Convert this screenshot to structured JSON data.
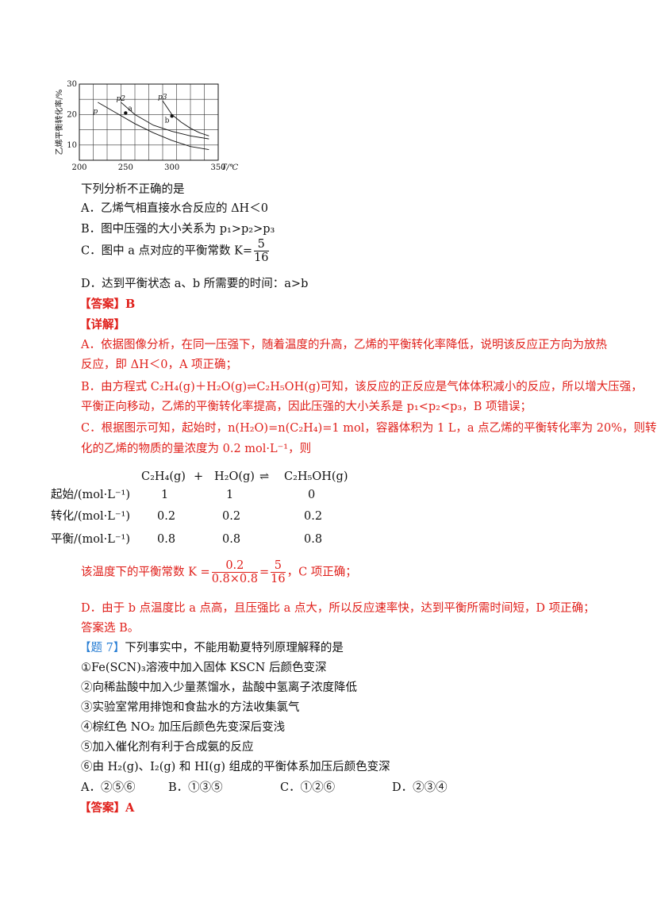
{
  "chart_data": {
    "type": "line",
    "ylabel": "乙烯平衡转化率/%",
    "xlabel": "T/℃",
    "xlim": [
      200,
      350
    ],
    "ylim": [
      5,
      30
    ],
    "x_ticks": [
      "200",
      "250",
      "300",
      "350"
    ],
    "y_ticks": [
      "30",
      "20",
      "10"
    ],
    "series": [
      {
        "name": "p",
        "x": [
          220,
          240,
          260,
          280,
          300,
          320,
          340
        ],
        "y": [
          24,
          20.5,
          17,
          14,
          11.5,
          9.5,
          8.5
        ]
      },
      {
        "name": "p2",
        "x": [
          245,
          260,
          280,
          300,
          320,
          340
        ],
        "y": [
          24,
          20,
          16.5,
          14.5,
          13,
          12
        ]
      },
      {
        "name": "p3",
        "x": [
          290,
          300,
          310,
          320,
          330,
          340
        ],
        "y": [
          24.5,
          20,
          17.5,
          15.5,
          14,
          13
        ]
      }
    ],
    "points": [
      {
        "label": "a",
        "x": 250,
        "y": 20.5
      },
      {
        "label": "b",
        "x": 300,
        "y": 19.5
      }
    ]
  },
  "text": {
    "q_stem": "下列分析不正确的是",
    "opt_a": "A．乙烯气相直接水合反应的 ΔH＜0",
    "opt_b": "B．图中压强的大小关系为 p₁>p₂>p₃",
    "opt_c_pre": "C．图中 a 点对应的平衡常数 K=",
    "opt_c_num": "5",
    "opt_c_den": "16",
    "opt_d": "D．达到平衡状态 a、b 所需要的时间：a>b",
    "answer1": "【答案】B",
    "detail": "【详解】",
    "exp_a1": "A．依据图像分析，在同一压强下，随着温度的升高，乙烯的平衡转化率降低，说明该反应正方向为放热",
    "exp_a2": "反应，即 ΔH＜0，A 项正确；",
    "exp_b1": "B．由方程式 C₂H₄(g)＋H₂O(g)⇌C₂H₅OH(g)可知，该反应的正反应是气体体积减小的反应，所以增大压强，",
    "exp_b2": "平衡正向移动，乙烯的平衡转化率提高，因此压强的大小关系是 p₁<p₂<p₃，B 项错误；",
    "exp_c1": "C．根据图示可知，起始时，n(H₂O)=n(C₂H₄)=1 mol，容器体积为 1 L，a 点乙烯的平衡转化率为 20%，则转",
    "exp_c2": "化的乙烯的物质的量浓度为 0.2 mol·L⁻¹，则",
    "k_pre": "该温度下的平衡常数 K =",
    "k_num": "0.2",
    "k_den": "0.8×0.8",
    "k_eq": "=",
    "k_num2": "5",
    "k_den2": "16",
    "k_post": "，C 项正确；",
    "exp_d": "D．由于 b 点温度比 a 点高，且压强比 a 点大，所以反应速率快，达到平衡所需时间短，D 项正确；",
    "choose": "答案选 B。",
    "q7_tag": "【题 7】",
    "q7_stem": "下列事实中，不能用勒夏特列原理解释的是",
    "s1": "①Fe(SCN)₃溶液中加入固体 KSCN 后颜色变深",
    "s2": "②向稀盐酸中加入少量蒸馏水，盐酸中氢离子浓度降低",
    "s3": "③实验室常用排饱和食盐水的方法收集氯气",
    "s4": "④棕红色 NO₂ 加压后颜色先变深后变浅",
    "s5": "⑤加入催化剂有利于合成氨的反应",
    "s6": "⑥由 H₂(g)、I₂(g) 和 HI(g) 组成的平衡体系加压后颜色变深",
    "o7a": "A．②⑤⑥",
    "o7b": "B．①③⑤",
    "o7c": "C．①②⑥",
    "o7d": "D．②③④",
    "answer2": "【答案】A"
  },
  "table": {
    "headers": [
      "C₂H₄(g)",
      "+",
      "H₂O(g)",
      "⇌",
      "C₂H₅OH(g)"
    ],
    "rows": [
      {
        "label": "起始/(mol·L⁻¹)",
        "values": [
          "1",
          "1",
          "0"
        ]
      },
      {
        "label": "转化/(mol·L⁻¹)",
        "values": [
          "0.2",
          "0.2",
          "0.2"
        ]
      },
      {
        "label": "平衡/(mol·L⁻¹)",
        "values": [
          "0.8",
          "0.8",
          "0.8"
        ]
      }
    ]
  }
}
